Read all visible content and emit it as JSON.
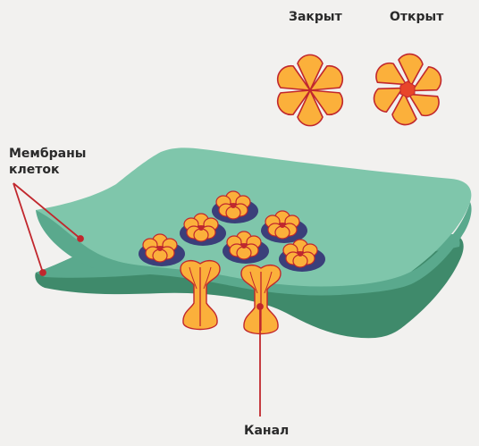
{
  "labels": {
    "closed": "Закрыт",
    "open": "Открыт",
    "membranes_line1": "Мембраны",
    "membranes_line2": "клеток",
    "channel": "Канал"
  },
  "colors": {
    "background": "#f2f1ef",
    "membrane_light": "#7fc6ab",
    "membrane_edge": "#5aa98d",
    "membrane_dark": "#3f8a6b",
    "protein_fill": "#fbb03b",
    "protein_outline": "#c1272d",
    "protein_shadow": "#3b3f7a",
    "pointer_line": "#c1272d"
  }
}
